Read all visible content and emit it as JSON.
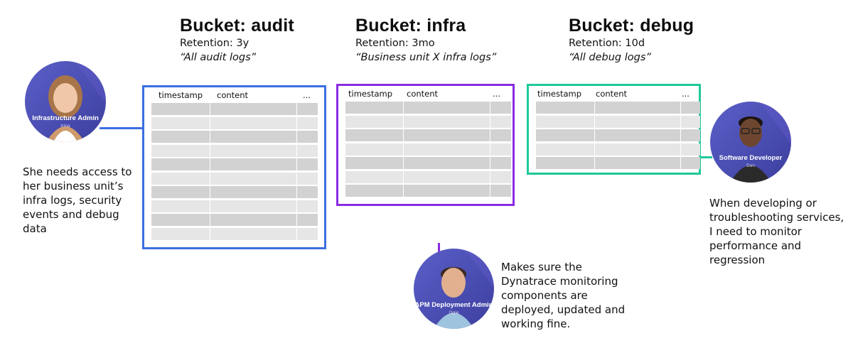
{
  "buckets": [
    {
      "title": "Bucket: audit",
      "retention": "Retention: 3y",
      "description": "“All audit logs”",
      "color": "#3a6fe0",
      "rows": 10
    },
    {
      "title": "Bucket: infra",
      "retention": "Retention: 3mo",
      "description": "“Business unit X infra logs”",
      "color": "#8a2be2",
      "rows": 7
    },
    {
      "title": "Bucket: debug",
      "retention": "Retention: 10d",
      "description": "“All debug logs”",
      "color": "#1fc89a",
      "rows": 5
    }
  ],
  "table_columns": [
    "timestamp",
    "content",
    "..."
  ],
  "personas": {
    "infra_admin": {
      "role": "Infrastructure Admin",
      "name": "Irina",
      "description": "She needs access to her business unit’s infra logs, security events and debug data",
      "description_lines": [
        "She needs access to",
        "her business unit’s",
        "infra logs, security",
        "events and debug",
        "data"
      ]
    },
    "apm_admin": {
      "role": "APM Deployment Admin",
      "name": "Ogie",
      "description": "Makes sure the Dynatrace monitoring components are deployed, updated and working fine.",
      "description_lines": [
        "Makes sure the",
        "Dynatrace monitoring",
        "components are",
        "deployed, updated and",
        "working fine."
      ]
    },
    "software_dev": {
      "role": "Software Developer",
      "name": "Dan",
      "description": "When developing or troubleshooting services, I need to monitor performance and regression",
      "description_lines": [
        "When developing or",
        "troubleshooting services,",
        "I need to monitor",
        "performance and",
        "regression"
      ]
    }
  },
  "colors": {
    "row_dark": "#d2d2d2",
    "row_light": "#e6e6e6",
    "persona_bg": "#4a4fb0",
    "persona_ring": "#5c4bc0"
  }
}
